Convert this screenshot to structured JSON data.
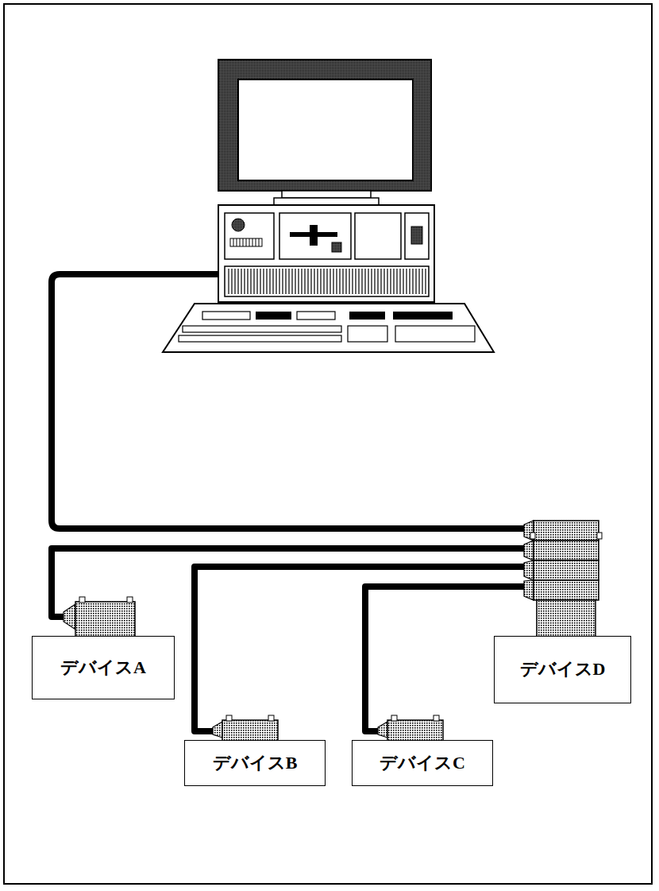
{
  "diagram": {
    "nodes": [
      {
        "text": [
          "デバイスA"
        ]
      },
      {
        "text": [
          "デバイスD"
        ]
      },
      {
        "text": [
          "デバイスB"
        ]
      },
      {
        "text": [
          "デバイスC"
        ]
      }
    ],
    "edges": [
      {
        "from": 1,
        "to": 0,
        "arrow": "none"
      },
      {
        "from": 1,
        "to": 2,
        "arrow": "none"
      },
      {
        "from": 1,
        "to": 3,
        "arrow": "none"
      }
    ]
  }
}
